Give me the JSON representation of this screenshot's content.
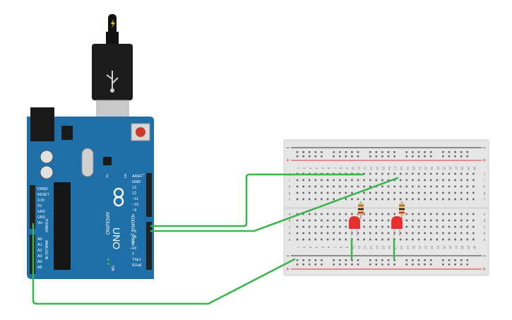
{
  "usb_cable": {
    "icon": "usb-icon",
    "plug_icon": "lightning-icon"
  },
  "arduino": {
    "brand": "ARDUINO",
    "model": "UNO",
    "digital_label": "DIGITAL (PWM~)",
    "power_label": "POWER",
    "analog_label": "ANALOG IN",
    "on_label": "ON",
    "led_labels": [
      "TX",
      "RX",
      "L"
    ],
    "top_pins": [
      "AREF",
      "GND",
      "13",
      "12",
      "~11",
      "~10",
      "~9",
      "8"
    ],
    "right_pins": [
      "7",
      "~6",
      "~5",
      "4",
      "~3",
      "2",
      "TX▸1",
      "RX◂0"
    ],
    "power_pins": [
      "IOREF",
      "RESET",
      "3.3V",
      "5V",
      "GND",
      "GND",
      "Vin"
    ],
    "analog_pins": [
      "A0",
      "A1",
      "A2",
      "A3",
      "A4",
      "A5"
    ],
    "colors": {
      "board": "#1f6fa8",
      "board_dark": "#155a8c",
      "header": "#222222"
    }
  },
  "breadboard": {
    "column_numbers": [
      "1",
      "2",
      "3",
      "4",
      "5",
      "6",
      "7",
      "8",
      "9",
      "10",
      "11",
      "12",
      "13",
      "14",
      "15",
      "16",
      "17",
      "18",
      "19",
      "20",
      "21",
      "22",
      "23",
      "24",
      "25",
      "26",
      "27",
      "28",
      "29",
      "30"
    ],
    "upper_row_letters": [
      "j",
      "i",
      "h",
      "g",
      "f"
    ],
    "lower_row_letters": [
      "e",
      "d",
      "c",
      "b",
      "a"
    ],
    "rail_minus": "−",
    "rail_plus": "+",
    "colors": {
      "body": "#e6e6e6",
      "rail_red": "#d33a3a",
      "rail_black": "#333333"
    }
  },
  "components": {
    "leds": [
      {
        "name": "red-led-1",
        "color": "#e53030"
      },
      {
        "name": "red-led-2",
        "color": "#e53030"
      }
    ],
    "resistors": [
      {
        "name": "resistor-1"
      },
      {
        "name": "resistor-2"
      }
    ]
  },
  "wire_color": "#3ab54a"
}
